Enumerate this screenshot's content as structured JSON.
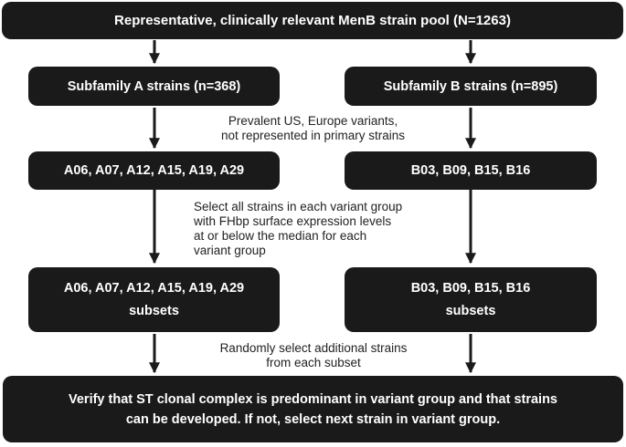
{
  "colors": {
    "box_fill": "#1a1a1a",
    "box_text": "#ffffff",
    "arrow": "#1a1a1a",
    "note_text": "#222222"
  },
  "top_box": {
    "text": "Representative, clinically relevant MenB strain pool (N=1263)"
  },
  "subfamily_a": {
    "text": "Subfamily A strains (n=368)"
  },
  "subfamily_b": {
    "text": "Subfamily B strains (n=895)"
  },
  "note_1": {
    "lines": [
      "Prevalent US, Europe variants,",
      "not represented in primary strains"
    ]
  },
  "variants_a": {
    "text": "A06, A07, A12, A15, A19, A29"
  },
  "variants_b": {
    "text": "B03, B09, B15, B16"
  },
  "note_2": {
    "lines": [
      "Select all strains in each variant group",
      "with FHbp surface expression levels",
      "at or below the median for each",
      "variant group"
    ]
  },
  "subsets_a": {
    "lines": [
      "A06, A07, A12, A15, A19, A29",
      "subsets"
    ]
  },
  "subsets_b": {
    "lines": [
      "B03, B09, B15, B16",
      "subsets"
    ]
  },
  "note_3": {
    "lines": [
      "Randomly select additional strains",
      "from each subset"
    ]
  },
  "bottom_box": {
    "lines": [
      "Verify that ST clonal complex is predominant in variant group and that strains",
      "can be developed. If not, select next strain in variant group."
    ]
  }
}
